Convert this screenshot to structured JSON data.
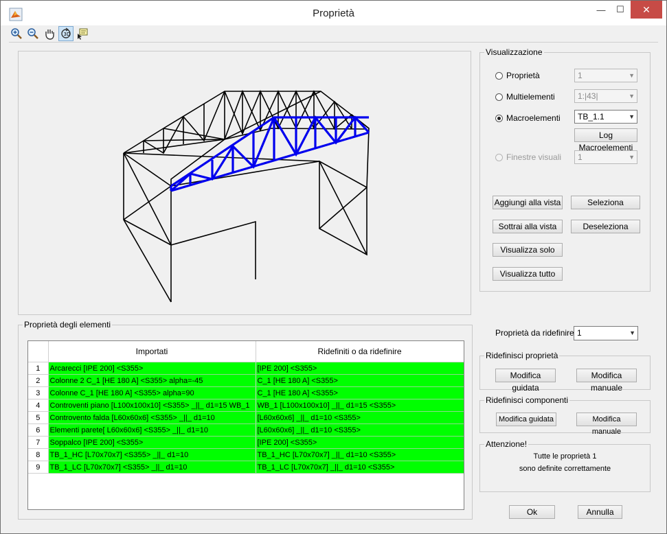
{
  "window": {
    "title": "Proprietà"
  },
  "title_buttons": {
    "minimize": "—",
    "maximize": "☐",
    "close": "✕"
  },
  "toolbar": {
    "items": [
      {
        "icon": "zoom-in-icon"
      },
      {
        "icon": "zoom-out-icon"
      },
      {
        "icon": "pan-hand-icon"
      },
      {
        "icon": "rotate-3d-icon",
        "active": true
      },
      {
        "icon": "data-cursor-icon"
      }
    ]
  },
  "visualizzazione": {
    "title": "Visualizzazione",
    "proprieta_label": "Proprietà",
    "proprieta_value": "1",
    "multielementi_label": "Multielementi",
    "multielementi_value": "1:|43|",
    "macroelementi_label": "Macroelementi",
    "macroelementi_value": "TB_1.1",
    "log_button": "Log Macroelementi",
    "finestre_label": "Finestre visuali",
    "finestre_value": "1",
    "selected": "macroelementi",
    "aggiungi": "Aggiungi alla vista",
    "seleziona": "Seleziona",
    "sottrai": "Sottrai alla vista",
    "deseleziona": "Deseleziona",
    "visualizza_solo": "Visualizza solo",
    "visualizza_tutto": "Visualizza tutto"
  },
  "elementi": {
    "title": "Proprietà degli elementi",
    "columns": [
      "",
      "Importati",
      "Ridefiniti o da ridefinire"
    ],
    "rows": [
      {
        "n": "1",
        "imp": "Arcarecci [IPE 200] <S355>",
        "rid": "[IPE 200]  <S355>"
      },
      {
        "n": "2",
        "imp": "Colonne 2 C_1 [HE 180 A] <S355> alpha=-45",
        "rid": "C_1  [HE 180 A]  <S355>"
      },
      {
        "n": "3",
        "imp": "Colonne C_1 [HE 180 A] <S355> alpha=90",
        "rid": "C_1  [HE 180 A]  <S355>"
      },
      {
        "n": "4",
        "imp": "Controventi piano [L100x100x10] <S355> _||_ d1=15 WB_1",
        "rid": "WB_1  [L100x100x10] _||_ d1=15 <S355>"
      },
      {
        "n": "5",
        "imp": "Controvento falda [L60x60x6] <S355> _||_ d1=10",
        "rid": "[L60x60x6] _||_ d1=10 <S355>"
      },
      {
        "n": "6",
        "imp": "Elementi parete[ L60x60x6] <S355> _||_ d1=10",
        "rid": "[L60x60x6] _||_ d1=10 <S355>"
      },
      {
        "n": "7",
        "imp": "Soppalco [IPE 200] <S355>",
        "rid": "[IPE 200]  <S355>"
      },
      {
        "n": "8",
        "imp": "TB_1_HC [L70x70x7] <S355> _||_ d1=10",
        "rid": "TB_1_HC  [L70x70x7] _||_ d1=10 <S355>"
      },
      {
        "n": "9",
        "imp": "TB_1_LC [L70x70x7] <S355> _||_ d1=10",
        "rid": "TB_1_LC  [L70x70x7] _||_ d1=10 <S355>"
      }
    ]
  },
  "ridefinire": {
    "label": "Proprietà da ridefinire",
    "value": "1"
  },
  "ridef_proprieta": {
    "title": "Ridefinisci proprietà",
    "guidata": "Modifica guidata",
    "manuale": "Modifica manuale"
  },
  "ridef_componenti": {
    "title": "Ridefinisci componenti",
    "guidata": "Modifica guidata",
    "manuale": "Modifica manuale"
  },
  "attenzione": {
    "title": "Attenzione!",
    "line1": "Tutte le proprietà 1",
    "line2": "sono definite correttamente"
  },
  "footer": {
    "ok": "Ok",
    "annulla": "Annulla"
  },
  "colors": {
    "highlight": "#0000ee",
    "structure": "#000000",
    "row_green": "#00ff00",
    "close_red": "#c74b46"
  }
}
